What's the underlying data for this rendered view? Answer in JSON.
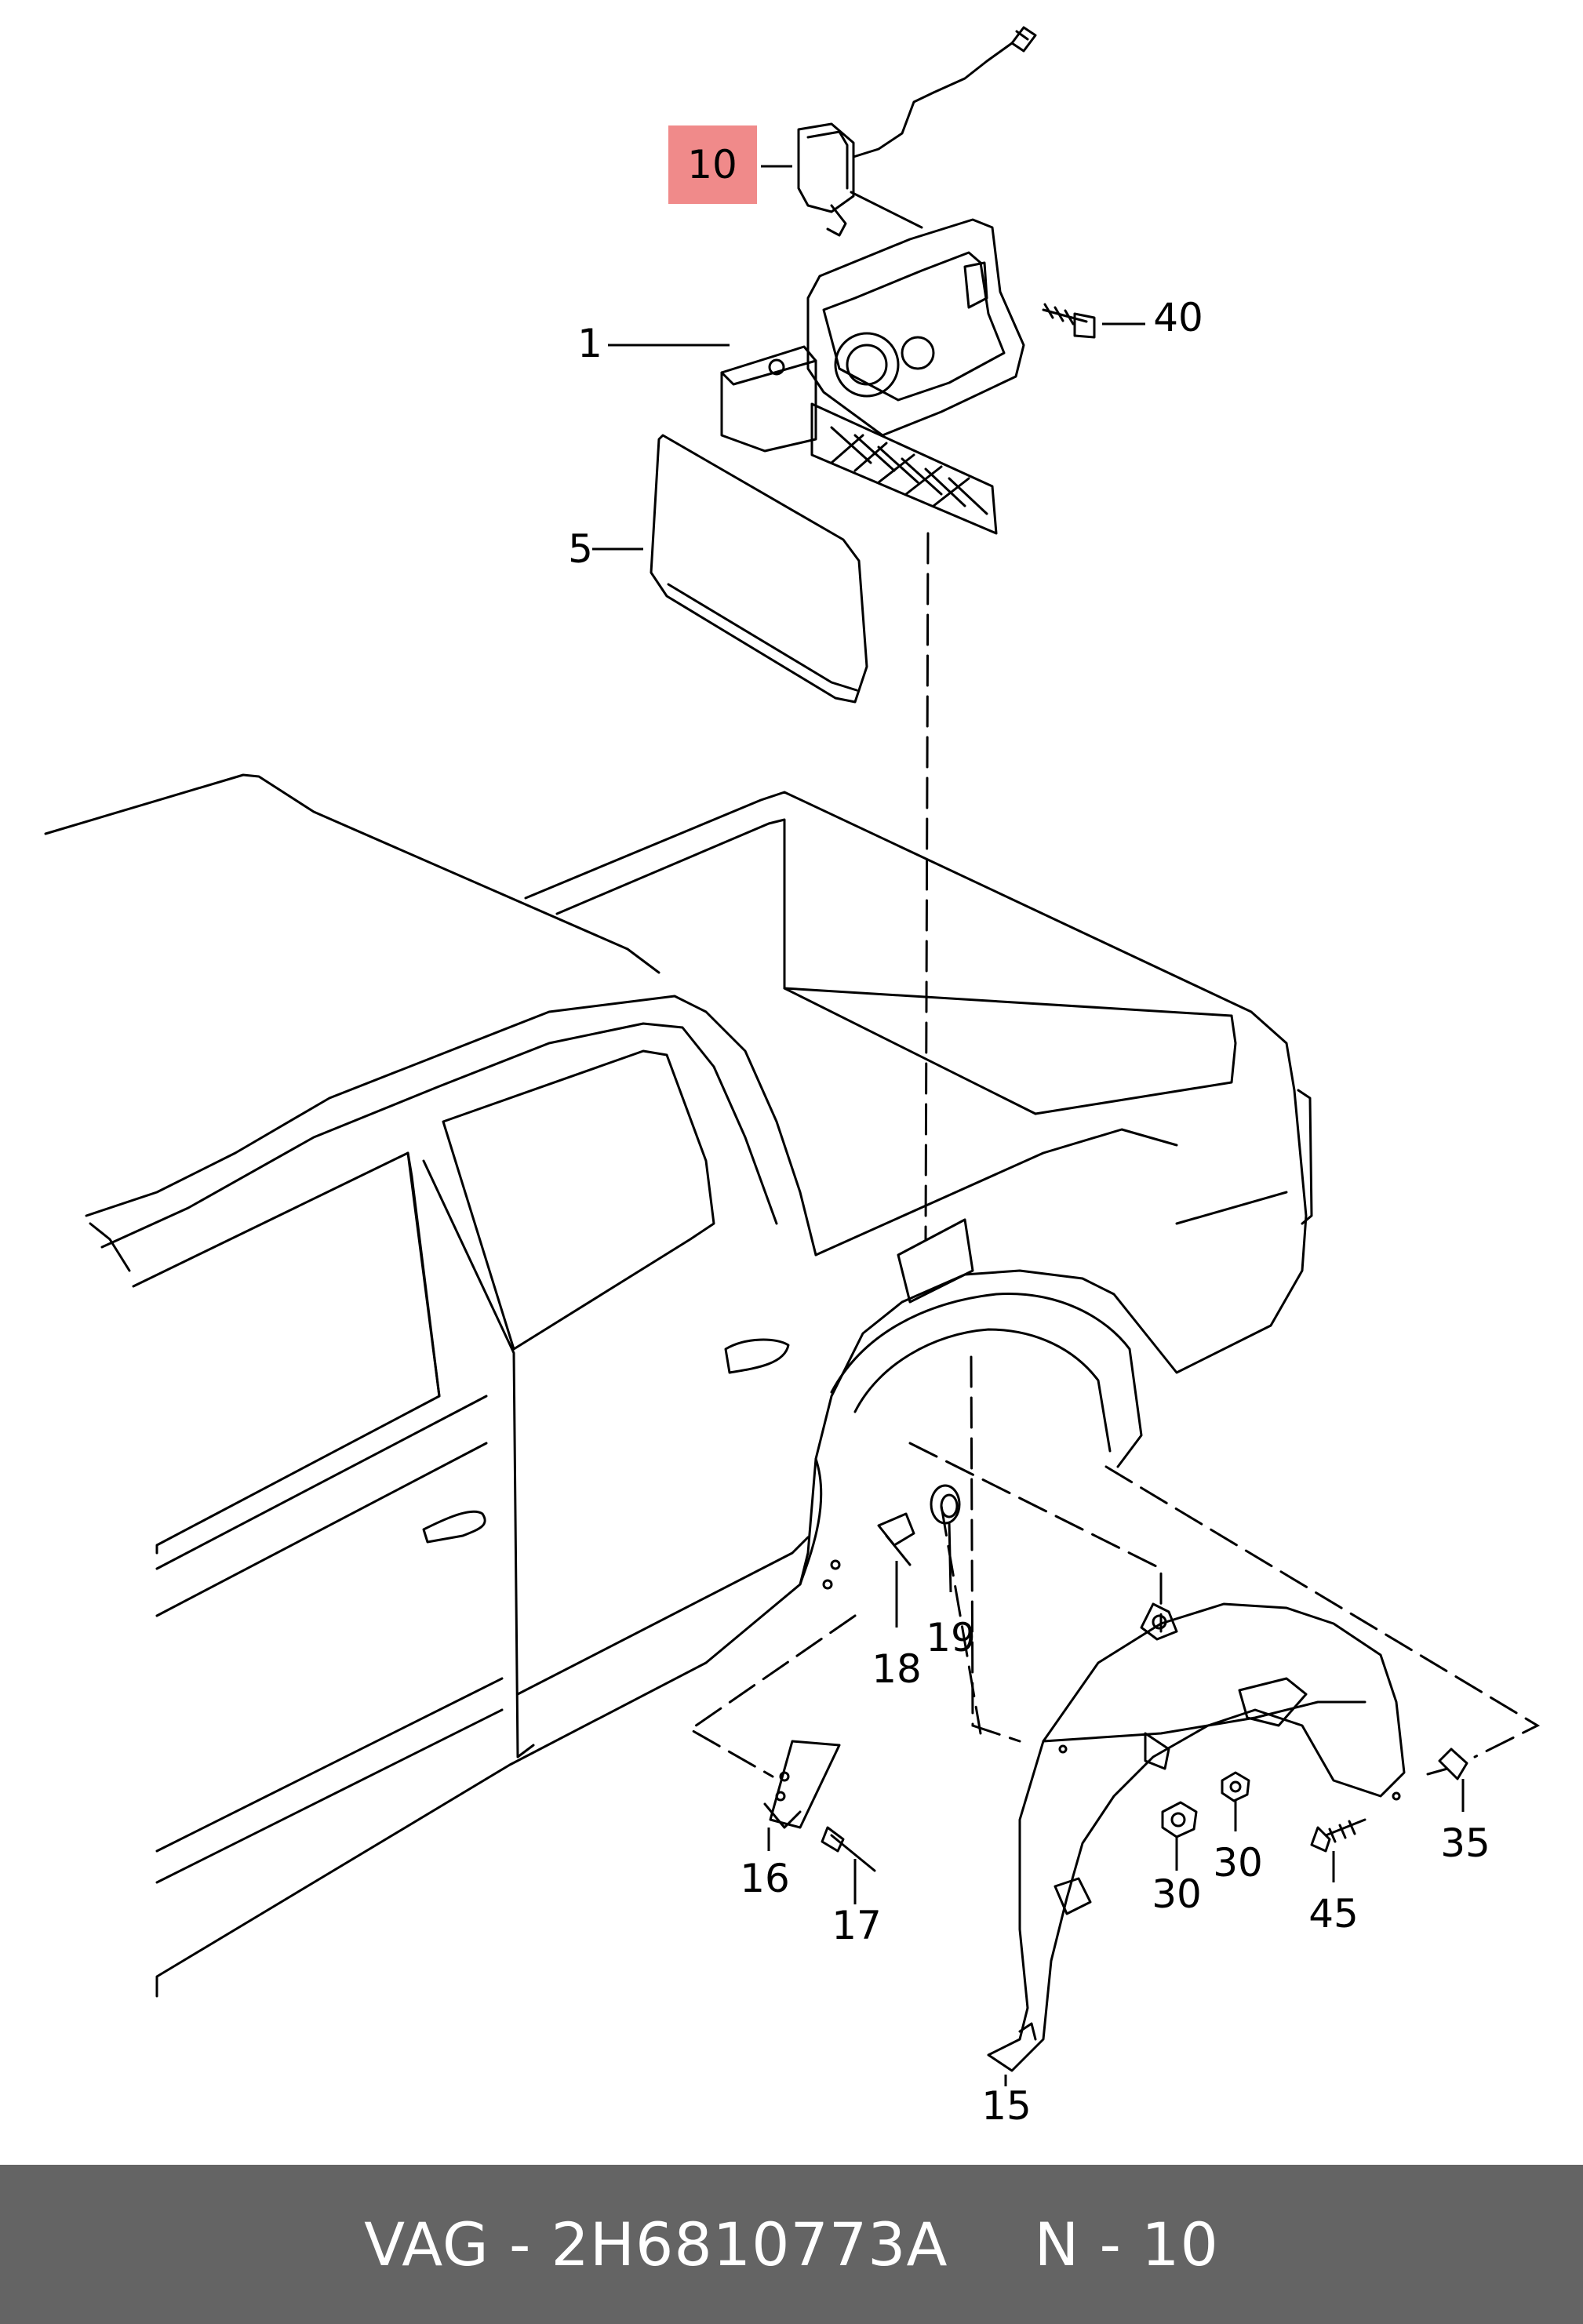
{
  "diagram": {
    "callouts": [
      {
        "id": "10",
        "text": "10",
        "highlight": true
      },
      {
        "id": "40",
        "text": "40"
      },
      {
        "id": "1",
        "text": "1"
      },
      {
        "id": "5",
        "text": "5"
      },
      {
        "id": "18",
        "text": "18"
      },
      {
        "id": "19",
        "text": "19"
      },
      {
        "id": "16",
        "text": "16"
      },
      {
        "id": "17",
        "text": "17"
      },
      {
        "id": "30a",
        "text": "30"
      },
      {
        "id": "30b",
        "text": "30"
      },
      {
        "id": "35",
        "text": "35"
      },
      {
        "id": "45",
        "text": "45"
      },
      {
        "id": "15",
        "text": "15"
      }
    ],
    "highlight_color": "#f08a8a"
  },
  "footer": {
    "part_ref": "VAG - 2H6810773A",
    "position_ref": "N - 10",
    "background": "#646464"
  }
}
